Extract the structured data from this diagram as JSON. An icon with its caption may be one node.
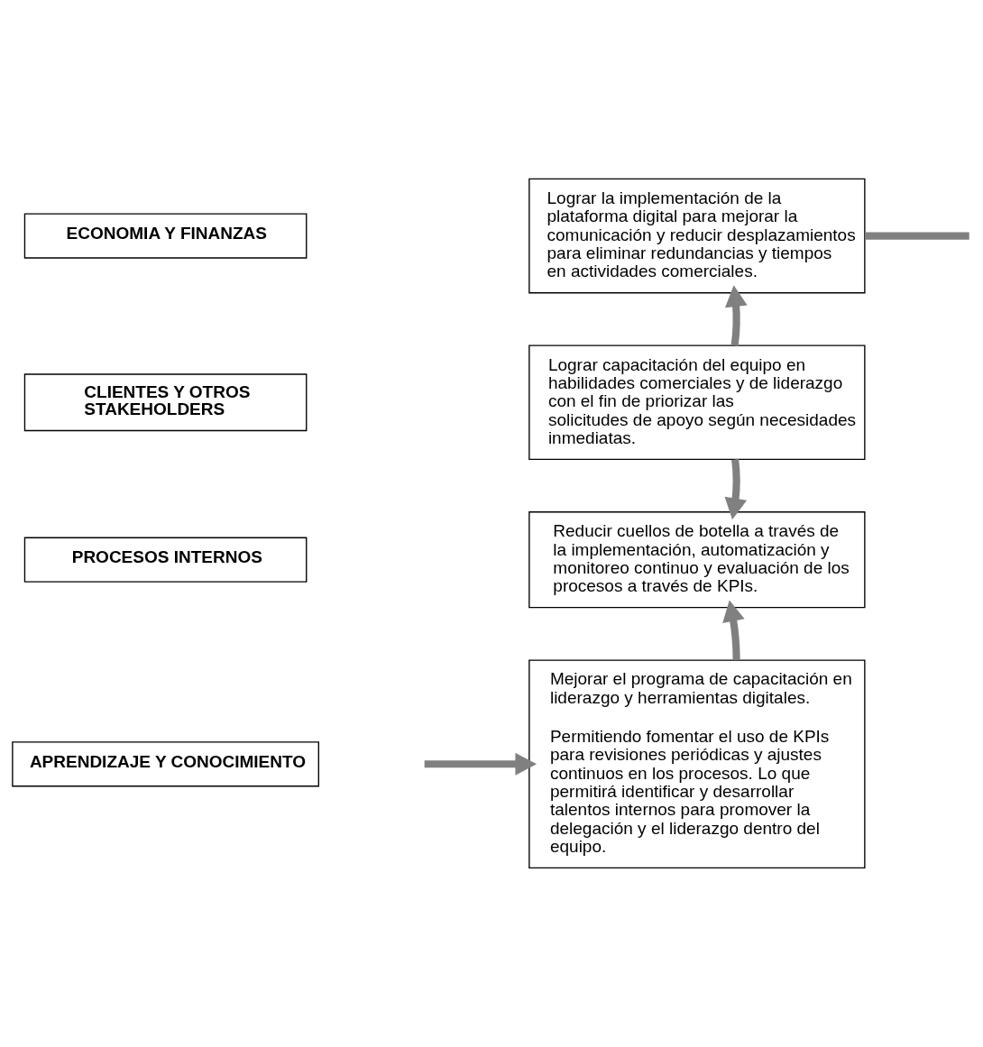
{
  "diagram": {
    "nodes": [
      {
        "text": [
          "ECONOMIA Y FINANZAS"
        ]
      },
      {
        "text": [
          "Lograr la implementación de la plataforma digital para mejorar la comunicación y reducir desplazamientos para eliminar redundancias y tiempos en actividades comerciales."
        ]
      },
      {
        "text": [
          "CLIENTES Y OTROS STAKEHOLDERS"
        ]
      },
      {
        "text": [
          "Lograr capacitación del equipo en habilidades comerciales y de liderazgo con el fin de priorizar las solicitudes de apoyo según necesidades inmediatas."
        ]
      },
      {
        "text": [
          "PROCESOS INTERNOS"
        ]
      },
      {
        "text": [
          "Reducir cuellos de botella a través de la implementación, automatización y monitoreo continuo y evaluación de los procesos a través de KPIs."
        ]
      },
      {
        "text": [
          "APRENDIZAJE Y CONOCIMIENTO"
        ]
      },
      {
        "text": [
          "Mejorar el programa de capacitación en liderazgo y herramientas digitales.",
          "Permitiendo fomentar el uso de KPIs para revisiones periódicas y ajustes continuos en los procesos. Lo que permitirá identificar y desarrollar talentos internos para promover la delegación y el liderazgo dentro del equipo."
        ]
      }
    ],
    "edges": [
      {
        "from": 3,
        "to": 1,
        "arrow": "to"
      },
      {
        "from": 3,
        "to": 5,
        "arrow": "to"
      },
      {
        "from": 7,
        "to": 5,
        "arrow": "to"
      },
      {
        "from": 1,
        "to": null,
        "arrow": "none"
      },
      {
        "from": null,
        "to": 7,
        "arrow": "to"
      }
    ]
  }
}
